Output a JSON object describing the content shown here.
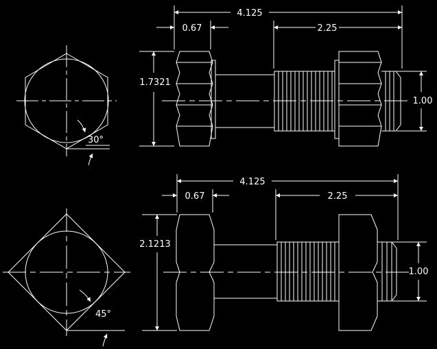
{
  "colors": {
    "background": "#000000",
    "line": "#ffffff"
  },
  "hex_bolt": {
    "angle_label": "30°",
    "dims": {
      "overall_length": "4.125",
      "head_height": "0.67",
      "thread_length": "2.25",
      "across_flats": "1.7321",
      "diameter": "1.00"
    }
  },
  "square_bolt": {
    "angle_label": "45°",
    "dims": {
      "overall_length": "4.125",
      "head_height": "0.67",
      "thread_length": "2.25",
      "across_flats": "2.1213",
      "diameter": "1.00"
    }
  }
}
